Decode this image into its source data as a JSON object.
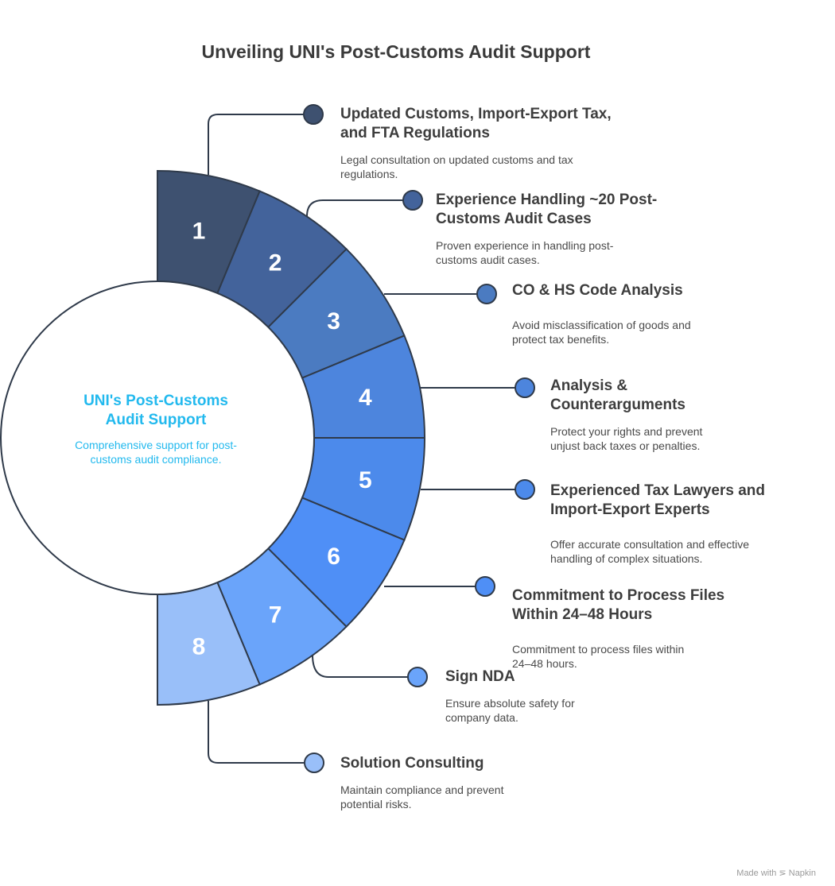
{
  "title": "Unveiling UNI's Post-Customs Audit Support",
  "center": {
    "title": "UNI's Post-Customs Audit Support",
    "description": "Comprehensive support for post-customs audit compliance."
  },
  "colors": {
    "center_text": "#22b9ee",
    "segments": [
      "#3e5170",
      "#43639b",
      "#4b7bc1",
      "#4d85dd",
      "#4c8aeb",
      "#4f8ff6",
      "#6aa4fa",
      "#99bff9"
    ]
  },
  "segments": [
    {
      "number": "1",
      "title": "Updated Customs, Import-Export Tax, and FTA Regulations",
      "description": "Legal consultation on updated customs and tax regulations."
    },
    {
      "number": "2",
      "title": "Experience Handling ~20 Post-Customs Audit Cases",
      "description": "Proven experience in handling post-customs audit cases."
    },
    {
      "number": "3",
      "title": "CO & HS Code Analysis",
      "description": "Avoid misclassification of goods and protect tax benefits."
    },
    {
      "number": "4",
      "title": "Analysis & Counterarguments",
      "description": "Protect your rights and prevent unjust back taxes or penalties."
    },
    {
      "number": "5",
      "title": "Experienced Tax Lawyers and Import-Export Experts",
      "description": "Offer accurate consultation and effective handling of complex situations."
    },
    {
      "number": "6",
      "title": "Commitment to Process Files Within 24–48 Hours",
      "description": "Commitment to process files within 24–48 hours."
    },
    {
      "number": "7",
      "title": "Sign NDA",
      "description": "Ensure absolute safety for company data."
    },
    {
      "number": "8",
      "title": "Solution Consulting",
      "description": "Maintain compliance and prevent potential risks."
    }
  ],
  "footer": "Made with ⋝ Napkin"
}
